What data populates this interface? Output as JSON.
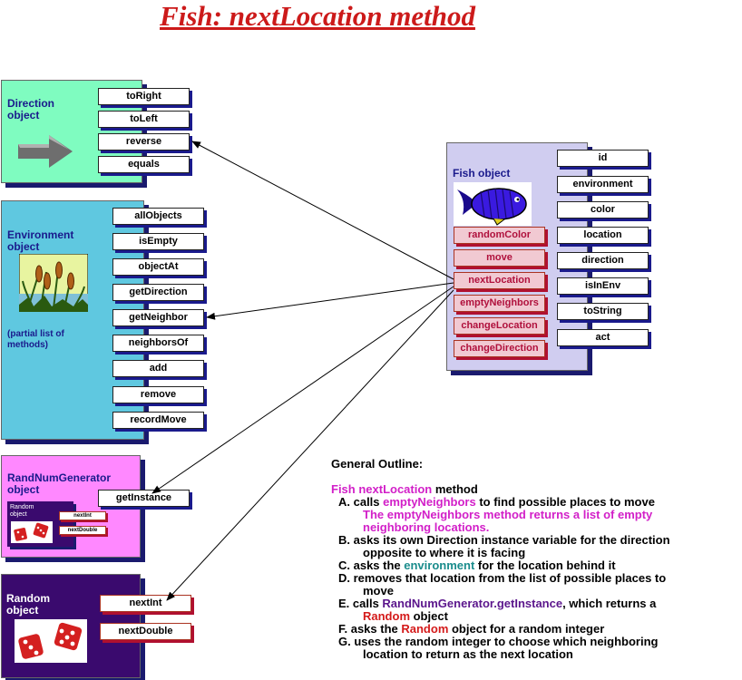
{
  "title": "Fish: nextLocation method",
  "direction": {
    "label": "Direction object",
    "methods": [
      "toRight",
      "toLeft",
      "reverse",
      "equals"
    ]
  },
  "environment": {
    "label": "Environment object",
    "note": "(partial list of methods)",
    "methods": [
      "allObjects",
      "isEmpty",
      "objectAt",
      "getDirection",
      "getNeighbor",
      "neighborsOf",
      "add",
      "remove",
      "recordMove"
    ]
  },
  "randgen": {
    "label": "RandNumGenerator object",
    "method": "getInstance",
    "inner_label": "Random object",
    "inner_methods": [
      "nextInt",
      "nextDouble"
    ]
  },
  "random": {
    "label": "Random object",
    "methods": [
      "nextInt",
      "nextDouble"
    ]
  },
  "fish": {
    "label": "Fish object",
    "private_methods": [
      "randomColor",
      "move",
      "nextLocation",
      "emptyNeighbors",
      "changeLocation",
      "changeDirection"
    ],
    "public_methods": [
      "id",
      "environment",
      "color",
      "location",
      "direction",
      "isInEnv",
      "toString",
      "act"
    ]
  },
  "outline": {
    "heading": "General Outline:",
    "intro_a": "Fish nextLocation",
    "intro_b": " method",
    "A_prefix": "A.  calls ",
    "A_hl": "emptyNeighbors",
    "A_suffix": " to find possible places to move",
    "A_note1": "The emptyNeighbors method returns a list of empty",
    "A_note2": "neighboring locations.",
    "B1": "B.  asks its own Direction instance variable for the direction",
    "B2": "opposite to where it is facing",
    "C_prefix": "C.  asks the ",
    "C_hl": "environment",
    "C_suffix": " for the location behind it",
    "D1": "D.  removes that location from the list of possible places to",
    "D2": "move",
    "E_prefix": "E.  calls ",
    "E_hl": "RandNumGenerator.getInstance",
    "E_suffix": ", which returns a",
    "E2_hl": "Random",
    "E2_suffix": " object",
    "F_prefix": "F.  asks the ",
    "F_hl": "Random",
    "F_suffix": " object for a random integer",
    "G1": "G. uses the random integer to choose which neighboring",
    "G2": "location to return as the next location"
  },
  "colors": {
    "direction_bg": "#7ffcc0",
    "environment_bg": "#5fc8e0",
    "randgen_bg": "#ff88ff",
    "random_bg": "#3a0a6e",
    "fish_bg": "#d0cdf0",
    "title": "#cc1a1a"
  },
  "icons": [
    "gray-arrow-icon",
    "cattail-icon",
    "fish-icon",
    "dice-icon"
  ]
}
